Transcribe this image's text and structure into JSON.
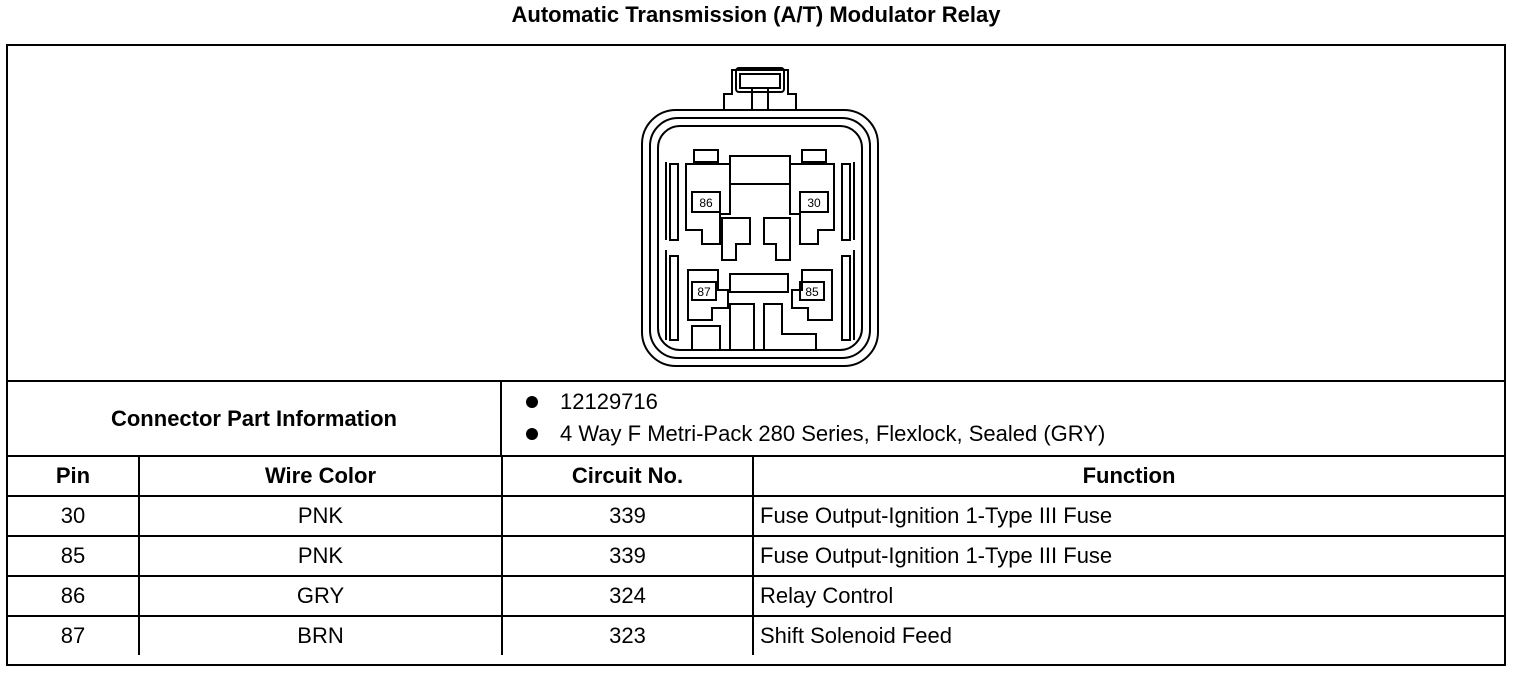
{
  "title": "Automatic Transmission (A/T) Modulator Relay",
  "connector_pins": [
    "86",
    "30",
    "87",
    "85"
  ],
  "connector_info": {
    "label": "Connector Part Information",
    "items": [
      "12129716",
      "4 Way F Metri-Pack 280 Series, Flexlock, Sealed (GRY)"
    ]
  },
  "table": {
    "headers": [
      "Pin",
      "Wire Color",
      "Circuit No.",
      "Function"
    ],
    "rows": [
      {
        "pin": "30",
        "wire_color": "PNK",
        "circuit": "339",
        "function": "Fuse Output-Ignition 1-Type III Fuse"
      },
      {
        "pin": "85",
        "wire_color": "PNK",
        "circuit": "339",
        "function": "Fuse Output-Ignition 1-Type III Fuse"
      },
      {
        "pin": "86",
        "wire_color": "GRY",
        "circuit": "324",
        "function": "Relay Control"
      },
      {
        "pin": "87",
        "wire_color": "BRN",
        "circuit": "323",
        "function": "Shift Solenoid Feed"
      }
    ]
  }
}
